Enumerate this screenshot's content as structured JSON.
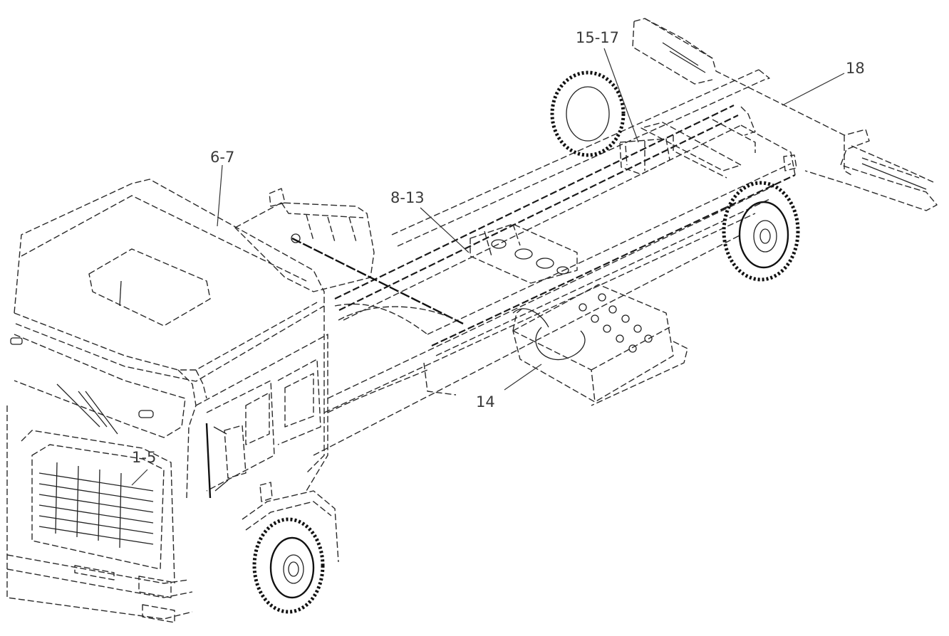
{
  "callouts": {
    "c1_5": "1-5",
    "c6_7": "6-7",
    "c8_13": "8-13",
    "c14": "14",
    "c15_17": "15-17",
    "c18": "18"
  }
}
